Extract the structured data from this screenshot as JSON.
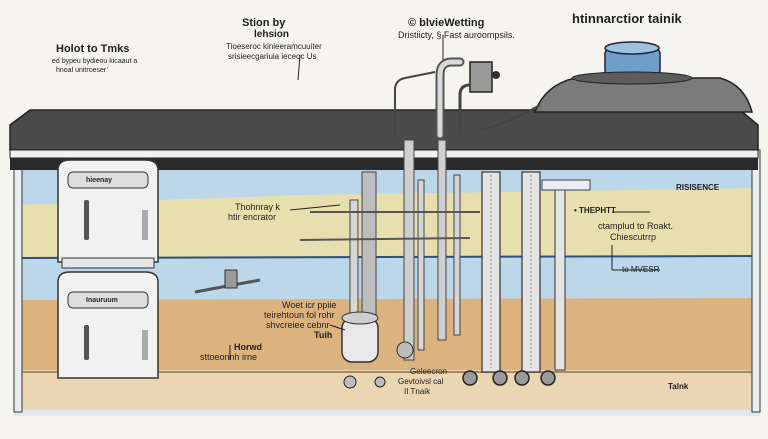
{
  "labels": {
    "top_left_title": "Holot to Tmks",
    "top_left_sub1": "ed bypeu bydieou kicaaut a",
    "top_left_sub2": "hnoal unitroeser’",
    "center_top_title1": "Stion by",
    "center_top_title2": "lehsion",
    "center_top_sub1": "Tioeseroc kinieeramcuuiter",
    "center_top_sub2": "srisieecgariuia ieceoc Us",
    "right_top_title1": "© blvieWetting",
    "right_top_title2": "Dristiicty, § Fast auroompsils.",
    "tank_title": "htinnarctior tainik",
    "risisence": "RISISENCE",
    "right_mid_head": "• THEPHTT",
    "right_mid_sub1": "ctamplud to Roakt.",
    "right_mid_sub2": "Chiescutrrp",
    "right_low": "to MVESR",
    "mid_left1": "Thohnray k",
    "mid_left2": "htir encrator",
    "center_mid1": "Woet icr ppiie",
    "center_mid2": "teirehtoun fol rohr",
    "center_mid3": "shvcreiee cebnr",
    "center_mid4": "Tuih",
    "bottom_left1": "Horwd",
    "bottom_left2": "sttoeonnh irne",
    "bottom_center1": "Geleecron",
    "bottom_center2": "Gevtoivsl cal",
    "bottom_center3": "II Tnaik",
    "bottom_right": "Talnk",
    "heater_top": "hieenay",
    "heater_bottom": "Inauruum"
  },
  "colors": {
    "water": "#bcd6ea",
    "soil": "#dcb27e",
    "sand": "#e8dfae",
    "counter": "#4b4b4b",
    "floor": "#ead6b3",
    "tank_water": "#6f9ecb",
    "pipe": "#cfcfcf"
  }
}
